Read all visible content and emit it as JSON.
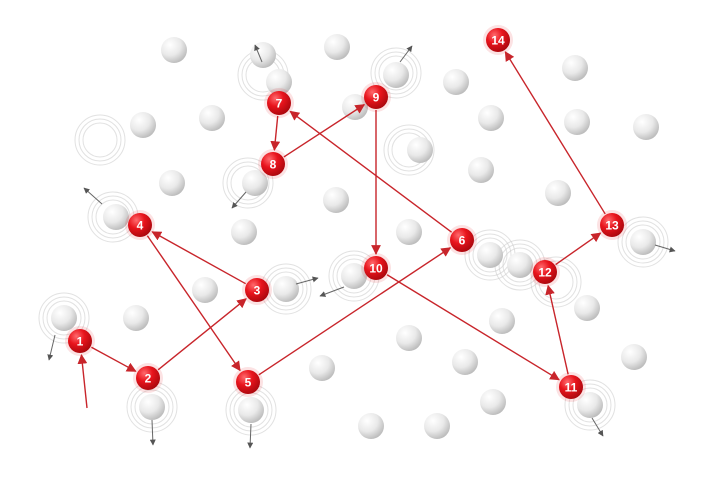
{
  "diagram": {
    "colors": {
      "background": "#ffffff",
      "node": "#e8141c",
      "node_dark": "#b00a10",
      "arrow": "#c8252b",
      "gray_ball": "#e7e7e7",
      "gray_ball_dark": "#b9b9b9",
      "ripple": "#c9c9c9"
    },
    "nodes": [
      {
        "id": "1",
        "label": "1"
      },
      {
        "id": "2",
        "label": "2"
      },
      {
        "id": "3",
        "label": "3"
      },
      {
        "id": "4",
        "label": "4"
      },
      {
        "id": "5",
        "label": "5"
      },
      {
        "id": "6",
        "label": "6"
      },
      {
        "id": "7",
        "label": "7"
      },
      {
        "id": "8",
        "label": "8"
      },
      {
        "id": "9",
        "label": "9"
      },
      {
        "id": "10",
        "label": "10"
      },
      {
        "id": "11",
        "label": "11"
      },
      {
        "id": "12",
        "label": "12"
      },
      {
        "id": "13",
        "label": "13"
      },
      {
        "id": "14",
        "label": "14"
      }
    ],
    "path": [
      {
        "from": "start",
        "to": "1"
      },
      {
        "from": "1",
        "to": "2"
      },
      {
        "from": "2",
        "to": "3"
      },
      {
        "from": "3",
        "to": "4"
      },
      {
        "from": "4",
        "to": "5"
      },
      {
        "from": "5",
        "to": "6"
      },
      {
        "from": "6",
        "to": "7"
      },
      {
        "from": "7",
        "to": "8"
      },
      {
        "from": "8",
        "to": "9"
      },
      {
        "from": "9",
        "to": "10"
      },
      {
        "from": "10",
        "to": "11"
      },
      {
        "from": "11",
        "to": "12"
      },
      {
        "from": "12",
        "to": "13"
      },
      {
        "from": "13",
        "to": "14"
      }
    ]
  }
}
